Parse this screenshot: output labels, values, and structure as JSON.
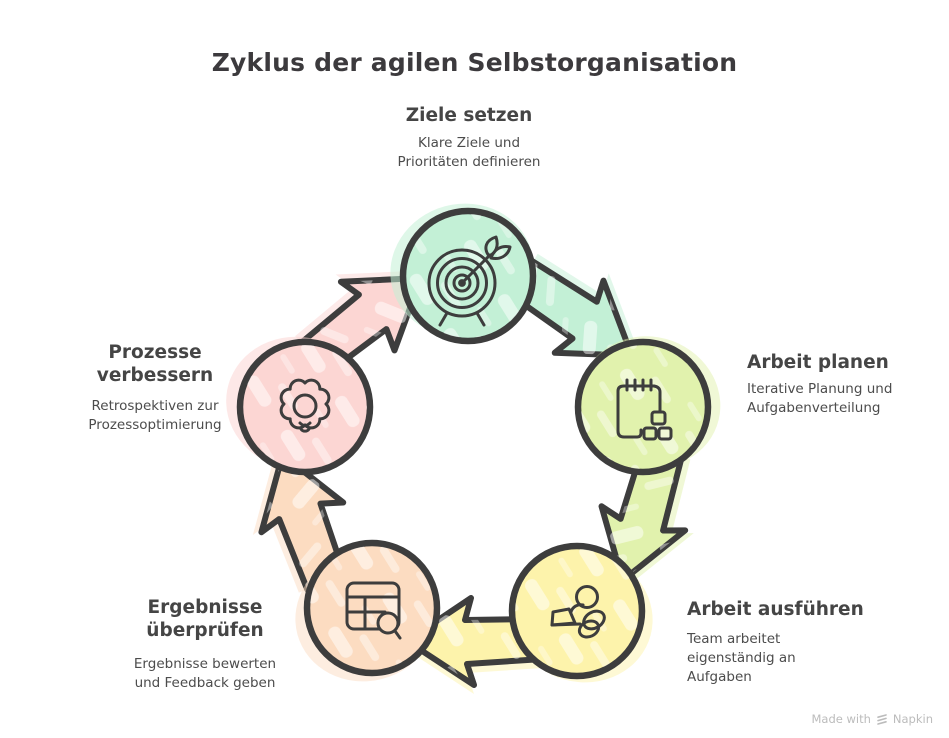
{
  "title": "Zyklus der agilen Selbstorganisation",
  "colors": {
    "outline": "#3d3d3d",
    "title_text": "#3c3a3d",
    "heading_text": "#454545",
    "body_text": "#4c4c4c",
    "watermark_text": "#bcbcbc",
    "background": "#ffffff"
  },
  "nodes": [
    {
      "id": "ziele-setzen",
      "label": "Ziele setzen",
      "description": "Klare Ziele und\nPrioritäten definieren",
      "color": "#c3f0d6",
      "icon": "target-arrow-icon"
    },
    {
      "id": "arbeit-planen",
      "label": "Arbeit planen",
      "description": "Iterative Planung und\nAufgabenverteilung",
      "color": "#e1f2ad",
      "icon": "notepad-tasks-icon"
    },
    {
      "id": "arbeit-ausfuehren",
      "label": "Arbeit ausführen",
      "description": "Team arbeitet\neigenständig an\nAufgaben",
      "color": "#fdf3ab",
      "icon": "person-laptop-icon"
    },
    {
      "id": "ergebnisse-ueberpruefen",
      "label": "Ergebnisse\nüberprüfen",
      "description": "Ergebnisse bewerten\nund Feedback geben",
      "color": "#fcdcc1",
      "icon": "table-search-icon"
    },
    {
      "id": "prozesse-verbessern",
      "label": "Prozesse\nverbessern",
      "description": "Retrospektiven zur\nProzessoptimierung",
      "color": "#fcd6d3",
      "icon": "gear-bulb-icon"
    }
  ],
  "watermark": {
    "prefix": "Made with",
    "brand": "Napkin"
  }
}
